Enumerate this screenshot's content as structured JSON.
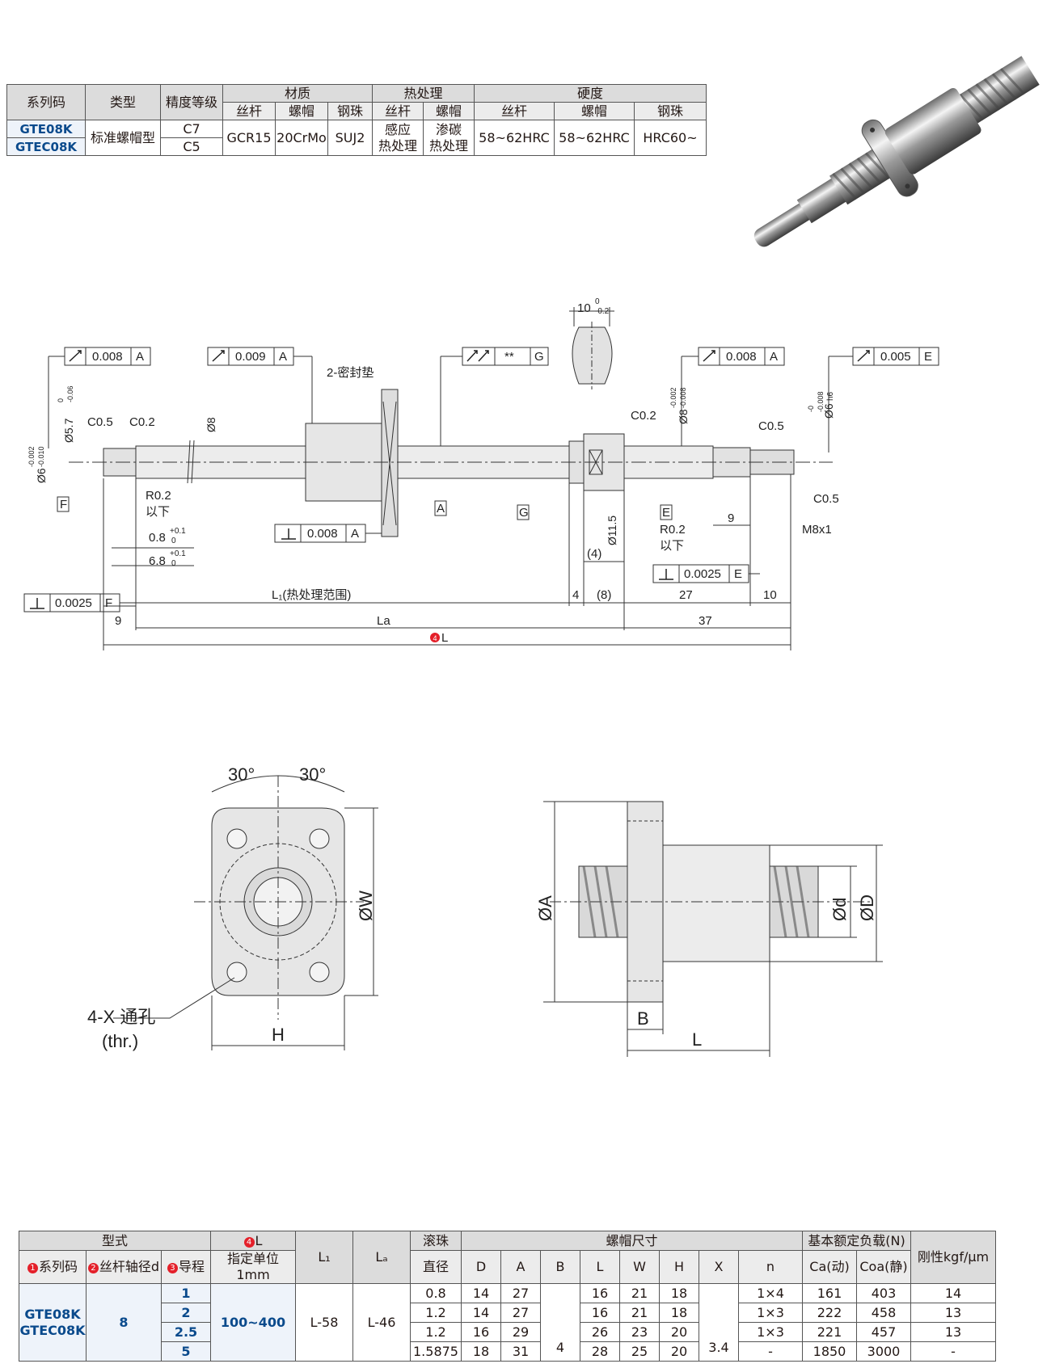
{
  "spec_table": {
    "headers": {
      "series_code": "系列码",
      "type": "类型",
      "precision": "精度等级",
      "material": "材质",
      "heat_treatment": "热处理",
      "hardness": "硬度",
      "material_sub": [
        "丝杆",
        "螺帽",
        "钢珠"
      ],
      "heat_sub": [
        "丝杆",
        "螺帽"
      ],
      "hardness_sub": [
        "丝杆",
        "螺帽",
        "钢珠"
      ]
    },
    "codes": [
      "GTE08K",
      "GTEC08K"
    ],
    "type_value": "标准螺帽型",
    "precision_values": [
      "C7",
      "C5"
    ],
    "material_values": [
      "GCR15",
      "20CrMo",
      "SUJ2"
    ],
    "heat_values": [
      [
        "感应",
        "热处理"
      ],
      [
        "渗碳",
        "热处理"
      ]
    ],
    "hardness_values": [
      "58~62HRC",
      "58~62HRC",
      "HRC60~"
    ]
  },
  "drawing": {
    "tol_box_1": {
      "value": "0.008",
      "datum": "A"
    },
    "tol_box_2": {
      "value": "0.009",
      "datum": "A"
    },
    "tol_box_3": {
      "value": "**",
      "datum": "G"
    },
    "tol_box_4": {
      "value": "0.008",
      "datum": "A"
    },
    "tol_box_5": {
      "value": "0.005",
      "datum": "E"
    },
    "tol_box_6": {
      "value": "0.008",
      "datum": "A"
    },
    "tol_box_7": {
      "value": "0.0025",
      "datum": "E"
    },
    "tol_box_8": {
      "value": "0.0025",
      "datum": "F"
    },
    "seal_label": "2-密封垫",
    "flat_width": "10",
    "flat_tol_upper": "0",
    "flat_tol_lower": "-0.2",
    "d57": "Ø5.7",
    "d57_tol_upper": "0",
    "d57_tol_lower": "-0.06",
    "d6": "Ø6",
    "d6_tol_upper": "-0.002",
    "d6_tol_lower": "-0.010",
    "d8": "Ø8",
    "d8b": "Ø8",
    "d8b_tol_upper": "-0.002",
    "d8b_tol_lower": "-0.008",
    "d6h6": "Ø6",
    "d6h6_suffix": "h6",
    "d6h6_tol_upper": "-0",
    "d6h6_tol_lower": "-0.008",
    "c05_left": "C0.5",
    "c02_left": "C0.2",
    "c02_mid": "C0.2",
    "c05_right_top": "C0.5",
    "c05_right_bottom": "C0.5",
    "r02_left": "R0.2",
    "r02_left_under": "以下",
    "r02_right": "R0.2",
    "r02_right_under": "以下",
    "d08": "0.8",
    "d08_tol_upper": "+0.1",
    "d08_tol_lower": "0",
    "d68": "6.8",
    "d68_tol_upper": "+0.1",
    "d68_tol_lower": "0",
    "d115": "Ø11.5",
    "dim4_paren": "(4)",
    "m8": "M8x1",
    "dim9_right": "9",
    "datum_F": "F",
    "datum_A": "A",
    "datum_G": "G",
    "datum_E": "E",
    "L1": "L₁(热处理范围)",
    "dim4": "4",
    "dim8": "(8)",
    "dim27": "27",
    "dim10": "10",
    "dim9": "9",
    "La": "La",
    "dim37": "37",
    "L": "L",
    "L_marker": "4",
    "angle_left": "30°",
    "angle_right": "30°",
    "W": "ØW",
    "H": "H",
    "hole_label": "4-X 通孔",
    "hole_label_en": "(thr.)",
    "A": "ØA",
    "d": "Ød",
    "D": "ØD",
    "B": "B",
    "Lnut": "L"
  },
  "size_table": {
    "headers": {
      "model": "型式",
      "series": "系列码",
      "shaft": "丝杆轴径d",
      "lead": "导程",
      "L_top": "L",
      "L_sub": "指定单位1mm",
      "L1": "L₁",
      "La": "Lₐ",
      "ball1": "滚珠",
      "ball2": "直径",
      "nut": "螺帽尺寸",
      "nut_cols": [
        "D",
        "A",
        "B",
        "L",
        "W",
        "H",
        "X",
        "n"
      ],
      "load": "基本额定负载(N)",
      "ca": "Ca(动)",
      "coa": "Coa(静)",
      "stiff": "刚性kgf/μm",
      "num1": "1",
      "num2": "2",
      "num3": "3",
      "num4": "4"
    },
    "codes": [
      "GTE08K",
      "GTEC08K"
    ],
    "shaft_d": "8",
    "L_range": "100~400",
    "L1_value": "L-58",
    "La_value": "L-46",
    "B_value": "4",
    "X_value": "3.4",
    "rows": [
      {
        "lead": "1",
        "ball": "0.8",
        "D": "14",
        "A": "27",
        "L": "16",
        "W": "21",
        "H": "18",
        "n": "1×4",
        "ca": "161",
        "coa": "403",
        "stiff": "14"
      },
      {
        "lead": "2",
        "ball": "1.2",
        "D": "14",
        "A": "27",
        "L": "16",
        "W": "21",
        "H": "18",
        "n": "1×3",
        "ca": "222",
        "coa": "458",
        "stiff": "13"
      },
      {
        "lead": "2.5",
        "ball": "1.2",
        "D": "16",
        "A": "29",
        "L": "26",
        "W": "23",
        "H": "20",
        "n": "1×3",
        "ca": "221",
        "coa": "457",
        "stiff": "13"
      },
      {
        "lead": "5",
        "ball": "1.5875",
        "D": "18",
        "A": "31",
        "L": "28",
        "W": "25",
        "H": "20",
        "n": "-",
        "ca": "1850",
        "coa": "3000",
        "stiff": "-"
      }
    ]
  }
}
